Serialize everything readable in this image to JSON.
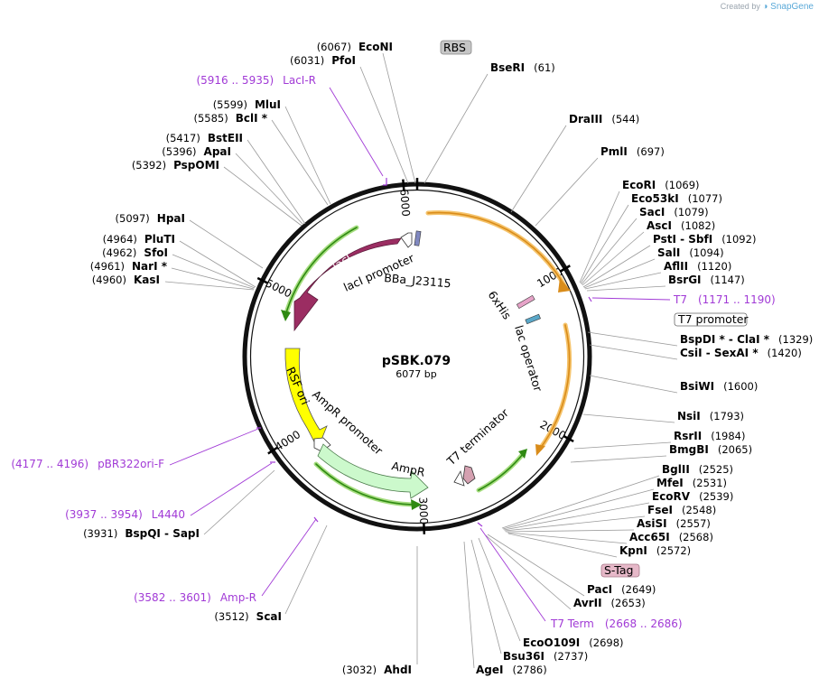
{
  "credit": {
    "prefix": "Created by",
    "brand": "SnapGene"
  },
  "plasmid": {
    "name": "pSBK.079",
    "length": "6077 bp",
    "bp": 6077
  },
  "ticks": [
    "1000",
    "2000",
    "3000",
    "4000",
    "5000",
    "6000"
  ],
  "features": [
    {
      "label": "lacI",
      "kind": "cds"
    },
    {
      "label": "lacI promoter",
      "kind": "promoter"
    },
    {
      "label": "BBa_J23115",
      "kind": "promoter"
    },
    {
      "label": "RBS",
      "kind": "rbs"
    },
    {
      "label": "6xHis",
      "kind": "tag"
    },
    {
      "label": "lac operator",
      "kind": "operator"
    },
    {
      "label": "T7 promoter",
      "kind": "promoter"
    },
    {
      "label": "S-Tag",
      "kind": "tag"
    },
    {
      "label": "T7 terminator",
      "kind": "terminator"
    },
    {
      "label": "AmpR",
      "kind": "cds"
    },
    {
      "label": "AmpR promoter",
      "kind": "promoter"
    },
    {
      "label": "RSF ori",
      "kind": "ori"
    }
  ],
  "sites": [
    {
      "name": "EcoNI",
      "pos": "(6067)"
    },
    {
      "name": "PfoI",
      "pos": "(6031)"
    },
    {
      "name": "BseRI",
      "pos": "(61)"
    },
    {
      "name": "DraIII",
      "pos": "(544)"
    },
    {
      "name": "PmlI",
      "pos": "(697)"
    },
    {
      "name": "EcoRI",
      "pos": "(1069)"
    },
    {
      "name": "Eco53kI",
      "pos": "(1077)"
    },
    {
      "name": "SacI",
      "pos": "(1079)"
    },
    {
      "name": "AscI",
      "pos": "(1082)"
    },
    {
      "name": "PstI - SbfI",
      "pos": "(1092)"
    },
    {
      "name": "SalI",
      "pos": "(1094)"
    },
    {
      "name": "AflII",
      "pos": "(1120)"
    },
    {
      "name": "BsrGI",
      "pos": "(1147)"
    },
    {
      "name": "BspDI * - ClaI *",
      "pos": "(1329)"
    },
    {
      "name": "CsiI - SexAI *",
      "pos": "(1420)"
    },
    {
      "name": "BsiWI",
      "pos": "(1600)"
    },
    {
      "name": "NsiI",
      "pos": "(1793)"
    },
    {
      "name": "RsrII",
      "pos": "(1984)"
    },
    {
      "name": "BmgBI",
      "pos": "(2065)"
    },
    {
      "name": "BglII",
      "pos": "(2525)"
    },
    {
      "name": "MfeI",
      "pos": "(2531)"
    },
    {
      "name": "EcoRV",
      "pos": "(2539)"
    },
    {
      "name": "FseI",
      "pos": "(2548)"
    },
    {
      "name": "AsiSI",
      "pos": "(2557)"
    },
    {
      "name": "Acc65I",
      "pos": "(2568)"
    },
    {
      "name": "KpnI",
      "pos": "(2572)"
    },
    {
      "name": "PacI",
      "pos": "(2649)"
    },
    {
      "name": "AvrII",
      "pos": "(2653)"
    },
    {
      "name": "EcoO109I",
      "pos": "(2698)"
    },
    {
      "name": "Bsu36I",
      "pos": "(2737)"
    },
    {
      "name": "AgeI",
      "pos": "(2786)"
    },
    {
      "name": "AhdI",
      "pos": "(3032)"
    },
    {
      "name": "ScaI",
      "pos": "(3512)"
    },
    {
      "name": "BspQI - SapI",
      "pos": "(3931)"
    },
    {
      "name": "KasI",
      "pos": "(4960)"
    },
    {
      "name": "NarI *",
      "pos": "(4961)"
    },
    {
      "name": "SfoI",
      "pos": "(4962)"
    },
    {
      "name": "PluTI",
      "pos": "(4964)"
    },
    {
      "name": "HpaI",
      "pos": "(5097)"
    },
    {
      "name": "PspOMI",
      "pos": "(5392)"
    },
    {
      "name": "ApaI",
      "pos": "(5396)"
    },
    {
      "name": "BstEII",
      "pos": "(5417)"
    },
    {
      "name": "BclI *",
      "pos": "(5585)"
    },
    {
      "name": "MluI",
      "pos": "(5599)"
    }
  ],
  "primers": [
    {
      "name": "LacI-R",
      "range": "(5916 .. 5935)"
    },
    {
      "name": "T7",
      "range": "(1171 .. 1190)"
    },
    {
      "name": "T7 Term",
      "range": "(2668 .. 2686)"
    },
    {
      "name": "Amp-R",
      "range": "(3582 .. 3601)"
    },
    {
      "name": "L4440",
      "range": "(3937 .. 3954)"
    },
    {
      "name": "pBR322ori-F",
      "range": "(4177 .. 4196)"
    }
  ],
  "colors": {
    "lacI": "#9b2d62",
    "promoter": "#ffffff",
    "ori": "#ffff00",
    "ampR": "#ccf9cc",
    "orangeArrow": "#f5a623",
    "greenArrow": "#3c9a17",
    "primer": "#a13ad6",
    "rbsBox": "#c6c6c6",
    "stagBox": "#e6b8c8"
  }
}
